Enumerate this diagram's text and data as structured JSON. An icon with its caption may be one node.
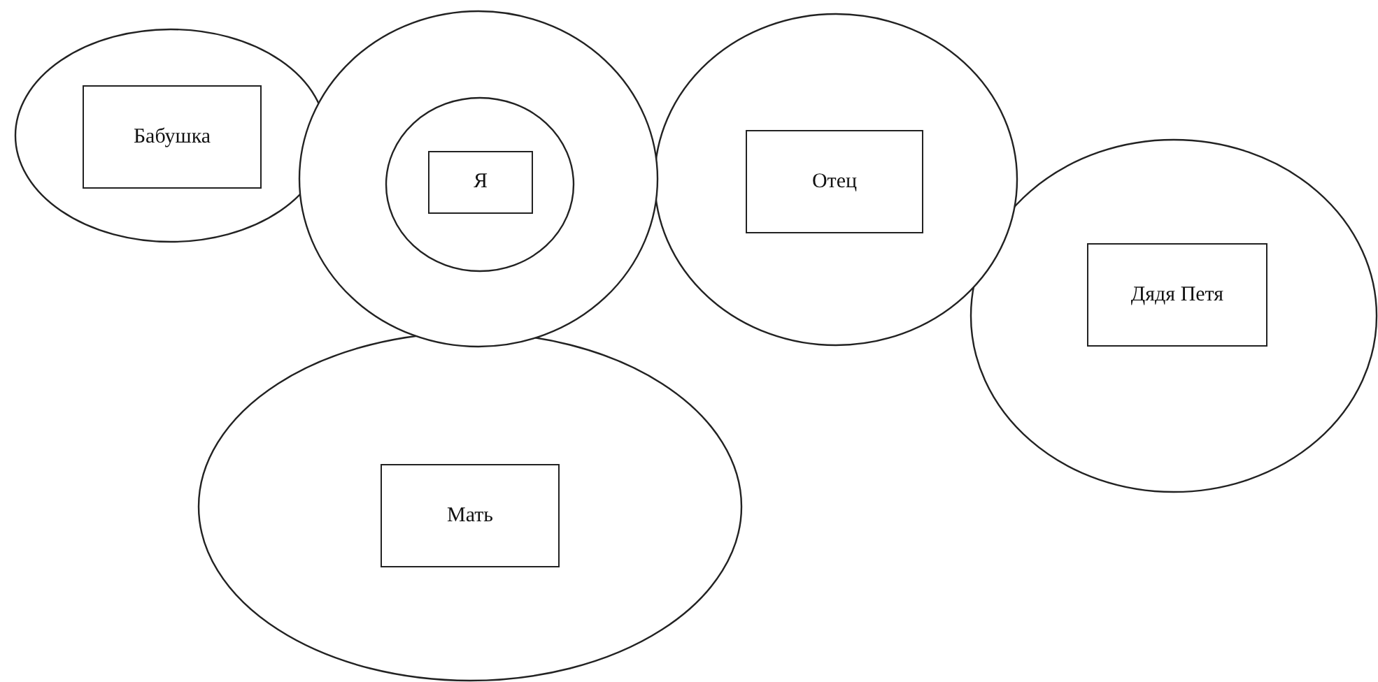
{
  "diagram": {
    "nodes": [
      {
        "text": [],
        "shape": "ellipse"
      },
      {
        "text": [
          "Бабушка"
        ],
        "in": 0
      },
      {
        "text": [],
        "shape": "ellipse"
      },
      {
        "text": [],
        "shape": "ellipse",
        "in": 2
      },
      {
        "text": [
          "Я"
        ],
        "in": 3
      },
      {
        "text": [],
        "shape": "ellipse"
      },
      {
        "text": [
          "Отец"
        ],
        "in": 5
      },
      {
        "text": [],
        "shape": "ellipse"
      },
      {
        "text": [
          "Дядя Петя"
        ],
        "in": 7
      },
      {
        "text": [],
        "shape": "ellipse"
      },
      {
        "text": [
          "Мать"
        ],
        "in": 9
      }
    ]
  }
}
